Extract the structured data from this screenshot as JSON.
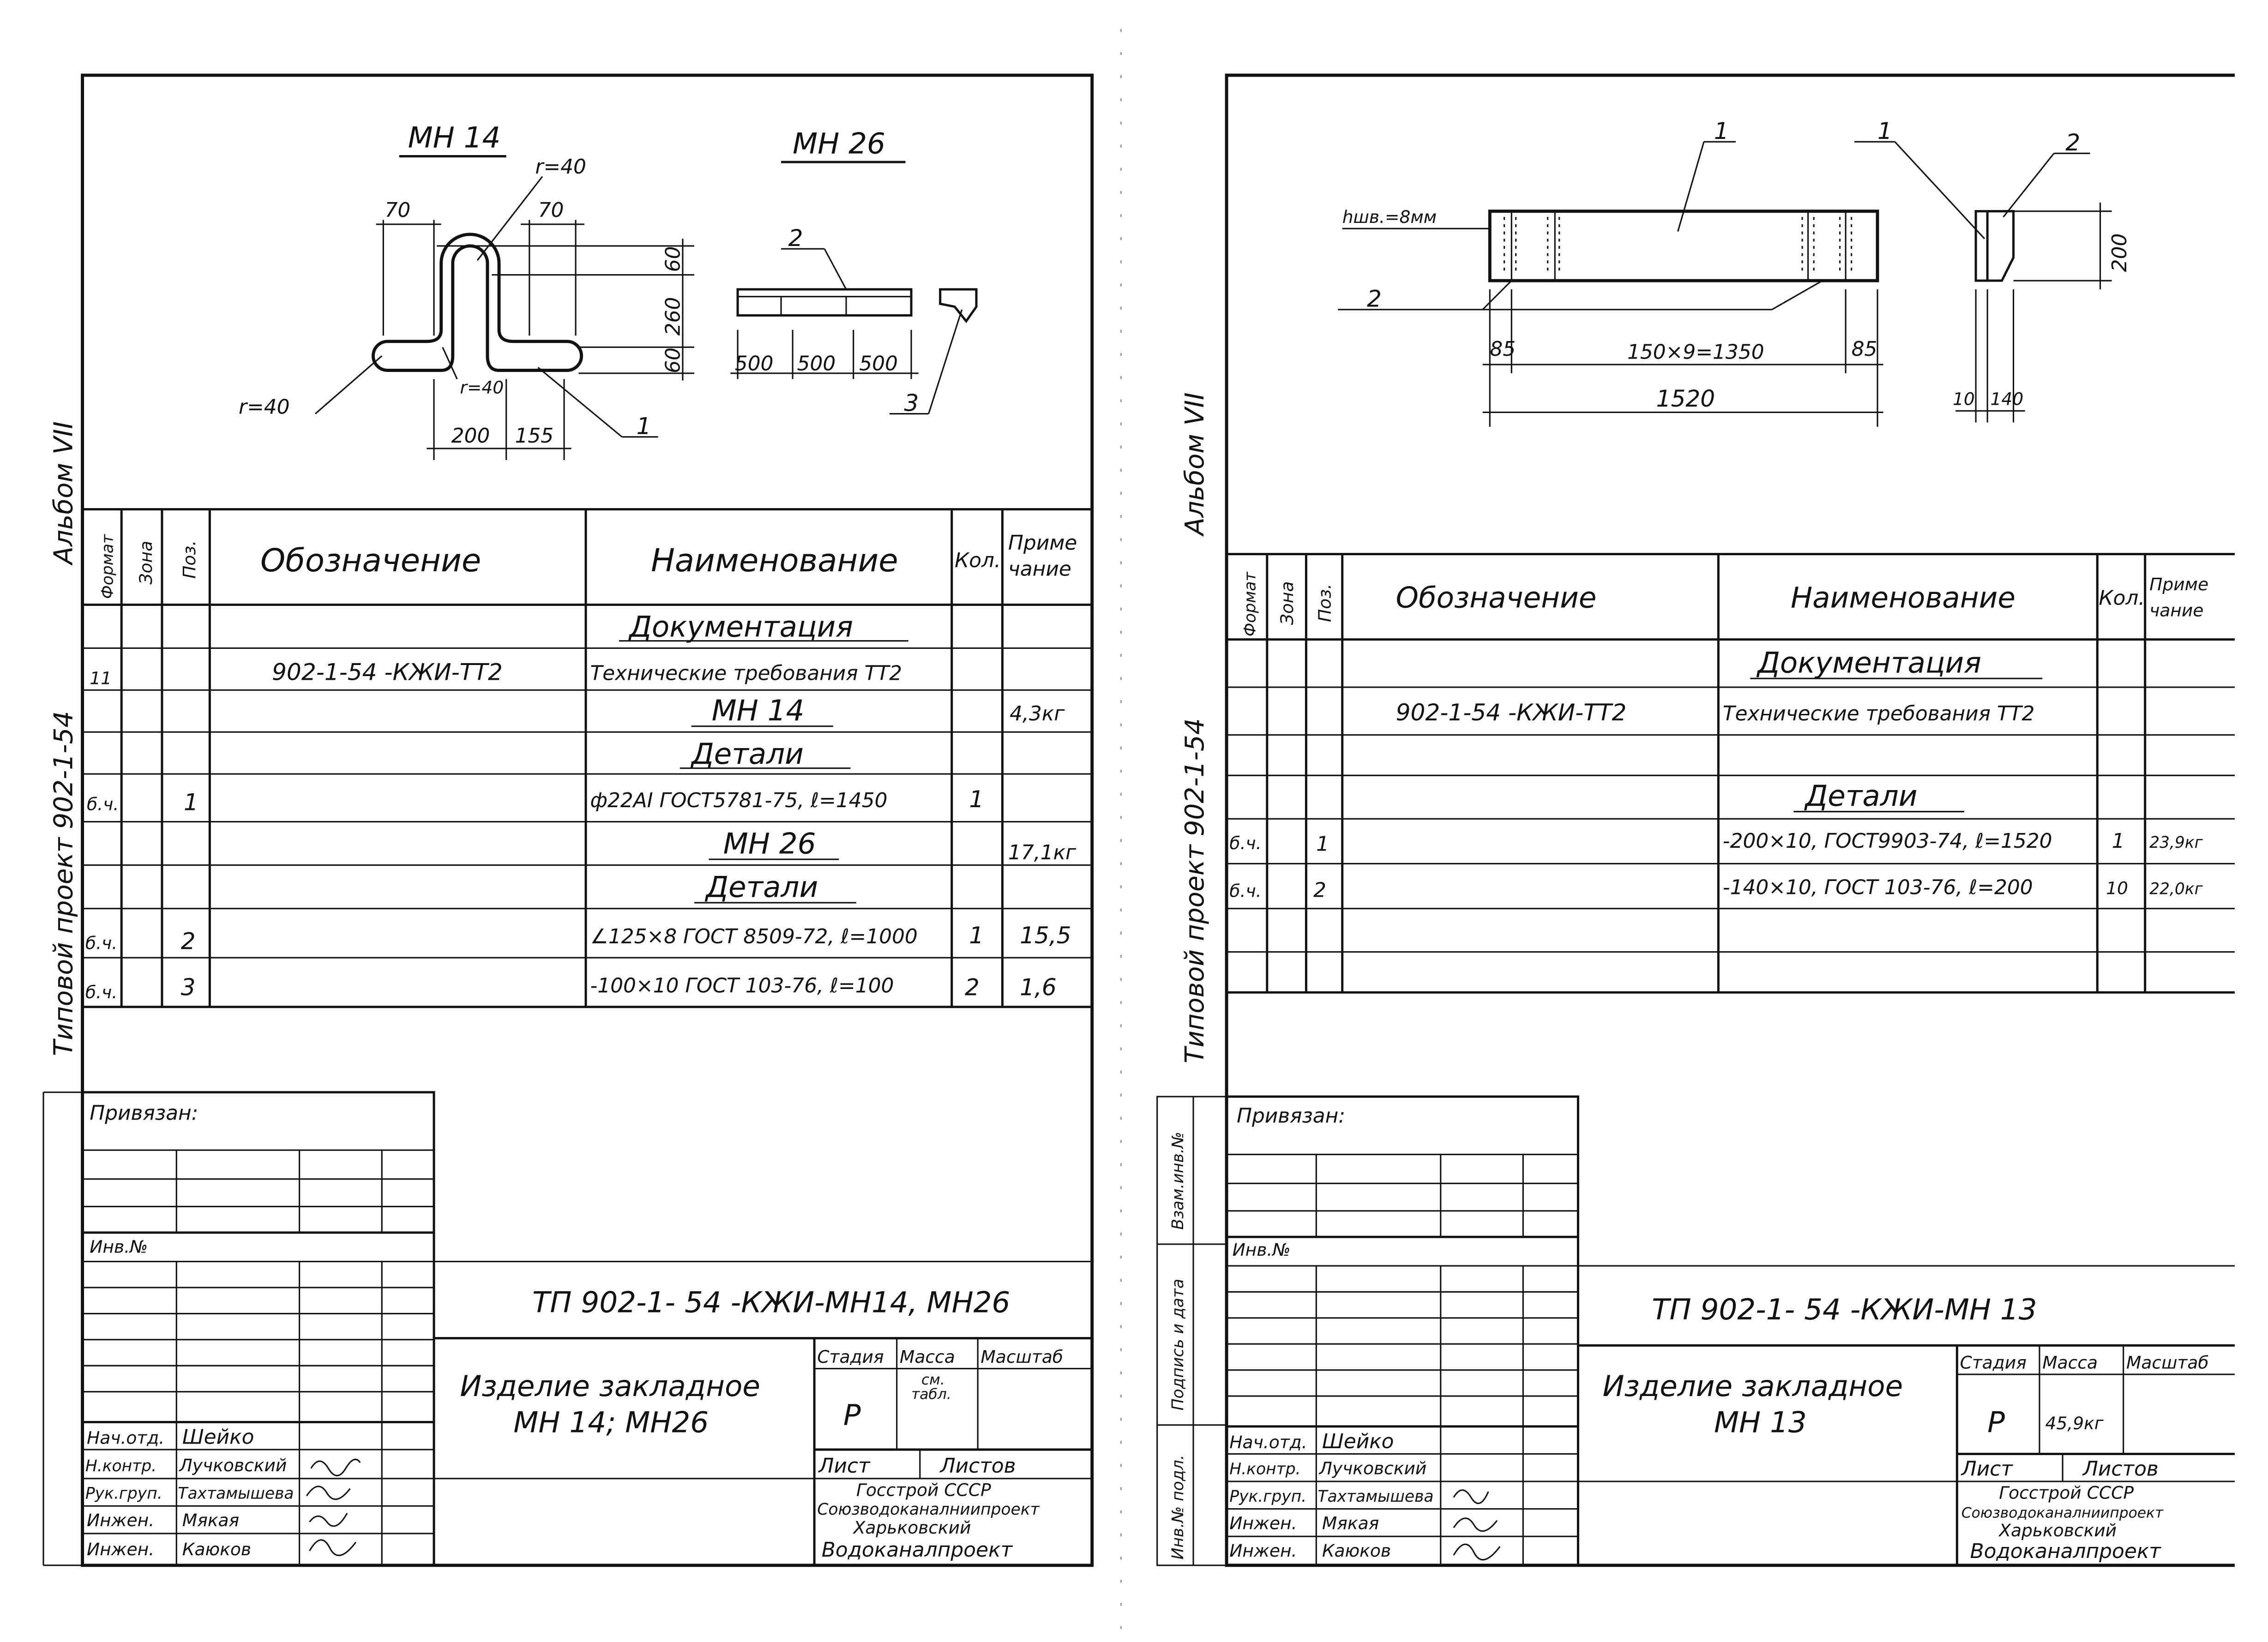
{
  "left": {
    "album_side": "Альбом VII",
    "project_side": "Типовой проект 902-1-54",
    "drawing": {
      "title_a": "МН 14",
      "title_b": "МН 26",
      "dims": {
        "d70a": "70",
        "d70b": "70",
        "r40top": "r=40",
        "r40left": "r=40",
        "r40mid": "r=40",
        "d60a": "60",
        "d260": "260",
        "d60b": "60",
        "d200": "200",
        "d155": "155",
        "d500a": "500",
        "d500b": "500",
        "d500c": "500"
      },
      "callouts": {
        "c1": "1",
        "c2": "2",
        "c3": "3"
      }
    },
    "table": {
      "headers": {
        "format": "Формат",
        "zone": "Зона",
        "pos": "Поз.",
        "designation": "Обозначение",
        "name": "Наименование",
        "qty": "Кол.",
        "note_1": "Приме",
        "note_2": "чание"
      },
      "rows": [
        {
          "format": "",
          "pos": "",
          "designation": "",
          "name": "Документация",
          "qty": "",
          "note": ""
        },
        {
          "format": "11",
          "pos": "",
          "designation": "902-1-54 -КЖИ-ТТ2",
          "name": "Технические требования ТТ2",
          "qty": "",
          "note": ""
        },
        {
          "format": "",
          "pos": "",
          "designation": "",
          "name": "МН 14",
          "qty": "",
          "note": "4,3кг"
        },
        {
          "format": "",
          "pos": "",
          "designation": "",
          "name": "Детали",
          "qty": "",
          "note": ""
        },
        {
          "format": "б.ч.",
          "pos": "1",
          "designation": "",
          "name": "ф22АI ГОСТ5781-75, ℓ=1450",
          "qty": "1",
          "note": ""
        },
        {
          "format": "",
          "pos": "",
          "designation": "",
          "name": "МН 26",
          "qty": "",
          "note": "17,1кг"
        },
        {
          "format": "",
          "pos": "",
          "designation": "",
          "name": "Детали",
          "qty": "",
          "note": ""
        },
        {
          "format": "б.ч.",
          "pos": "2",
          "designation": "",
          "name": "∠125×8 ГОСТ 8509-72, ℓ=1000",
          "qty": "1",
          "note": "15,5"
        },
        {
          "format": "б.ч.",
          "pos": "3",
          "designation": "",
          "name": "-100×10 ГОСТ 103-76, ℓ=100",
          "qty": "2",
          "note": "1,6"
        }
      ]
    },
    "binding_label": "Привязан:",
    "inv_label": "Инв.№",
    "stamp": {
      "code": "ТП 902-1- 54 -КЖИ-МН14, МН26",
      "title_1": "Изделие закладное",
      "title_2": "МН 14; МН26",
      "stage_h": "Стадия",
      "mass_h": "Масса",
      "scale_h": "Масштаб",
      "stage_v": "Р",
      "mass_v_1": "см.",
      "mass_v_2": "табл.",
      "scale_v": "",
      "sheet_h": "Лист",
      "sheets_h": "Листов",
      "org_1": "Госстрой СССР",
      "org_2": "Союзводоканалниипроект",
      "org_3": "Харьковский",
      "org_4": "Водоканалпроект",
      "people": [
        {
          "role": "Нач.отд.",
          "name": "Шейко"
        },
        {
          "role": "Н.контр.",
          "name": "Лучковский"
        },
        {
          "role": "Рук.груп.",
          "name": "Тахтамышева"
        },
        {
          "role": "Инжен.",
          "name": "Мякая"
        },
        {
          "role": "Инжен.",
          "name": "Каюков"
        }
      ]
    }
  },
  "right": {
    "album_side": "Альбом VII",
    "project_side": "Типовой проект 902-1-54",
    "side_strip": {
      "a": "Инв.№ подл.",
      "b": "Подпись и дата",
      "c": "Взам.инв.№"
    },
    "drawing": {
      "weld": "hшв.=8мм",
      "c1a": "1",
      "c1b": "1",
      "c2a": "2",
      "c2b": "2",
      "d200": "200",
      "d85a": "85",
      "d1350": "150×9=1350",
      "d85b": "85",
      "d1520": "1520",
      "d10": "10",
      "d140": "140"
    },
    "table": {
      "headers": {
        "format": "Формат",
        "zone": "Зона",
        "pos": "Поз.",
        "designation": "Обозначение",
        "name": "Наименование",
        "qty": "Кол.",
        "note_1": "Приме",
        "note_2": "чание"
      },
      "rows": [
        {
          "format": "",
          "pos": "",
          "designation": "",
          "name": "Документация",
          "qty": "",
          "note": ""
        },
        {
          "format": "",
          "pos": "",
          "designation": "902-1-54 -КЖИ-ТТ2",
          "name": "Технические требования ТТ2",
          "qty": "",
          "note": ""
        },
        {
          "format": "",
          "pos": "",
          "designation": "",
          "name": "",
          "qty": "",
          "note": ""
        },
        {
          "format": "",
          "pos": "",
          "designation": "",
          "name": "Детали",
          "qty": "",
          "note": ""
        },
        {
          "format": "б.ч.",
          "pos": "1",
          "designation": "",
          "name": "-200×10, ГОСТ9903-74, ℓ=1520",
          "qty": "1",
          "note": "23,9кг"
        },
        {
          "format": "б.ч.",
          "pos": "2",
          "designation": "",
          "name": "-140×10, ГОСТ 103-76, ℓ=200",
          "qty": "10",
          "note": "22,0кг"
        },
        {
          "format": "",
          "pos": "",
          "designation": "",
          "name": "",
          "qty": "",
          "note": ""
        },
        {
          "format": "",
          "pos": "",
          "designation": "",
          "name": "",
          "qty": "",
          "note": ""
        }
      ]
    },
    "binding_label": "Привязан:",
    "inv_label": "Инв.№",
    "stamp": {
      "code": "ТП 902-1- 54 -КЖИ-МН 13",
      "title_1": "Изделие закладное",
      "title_2": "МН 13",
      "stage_h": "Стадия",
      "mass_h": "Масса",
      "scale_h": "Масштаб",
      "stage_v": "Р",
      "mass_v": "45,9кг",
      "sheet_h": "Лист",
      "sheets_h": "Листов",
      "org_1": "Госстрой СССР",
      "org_2": "Союзводоканалниипроект",
      "org_3": "Харьковский",
      "org_4": "Водоканалпроект",
      "people": [
        {
          "role": "Нач.отд.",
          "name": "Шейко"
        },
        {
          "role": "Н.контр.",
          "name": "Лучковский"
        },
        {
          "role": "Рук.груп.",
          "name": "Тахтамышева"
        },
        {
          "role": "Инжен.",
          "name": "Мякая"
        },
        {
          "role": "Инжен.",
          "name": "Каюков"
        }
      ]
    }
  }
}
